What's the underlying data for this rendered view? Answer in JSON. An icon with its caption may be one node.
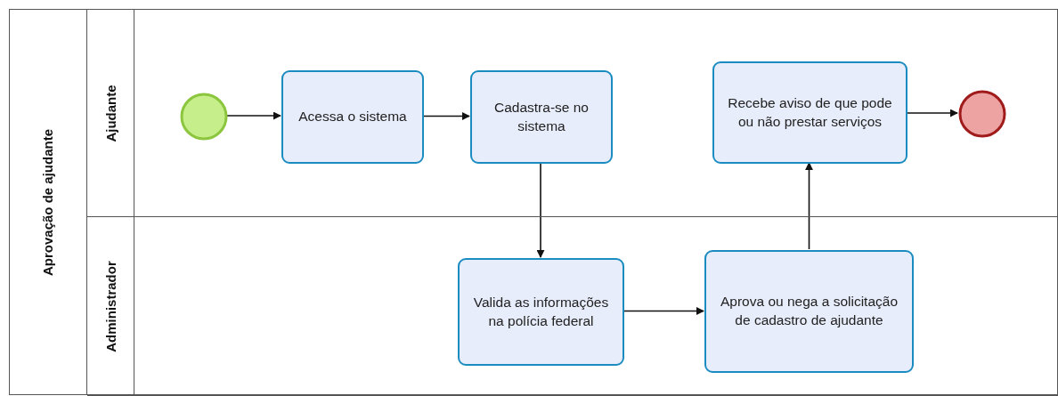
{
  "diagram": {
    "nodes": [
      {
        "text": [
          "Aprovação de ajudante"
        ]
      },
      {
        "text": [
          "Ajudante"
        ],
        "in": 0
      },
      {
        "text": [
          "Administrador"
        ],
        "in": 0
      },
      {
        "text": [],
        "shape": "circle",
        "in": 1
      },
      {
        "text": [
          "Acessa o sistema"
        ],
        "in": 1
      },
      {
        "text": [
          "Cadastra-se no sistema"
        ],
        "in": 1
      },
      {
        "text": [
          "Recebe aviso de que pode ou não prestar serviços"
        ],
        "in": 1
      },
      {
        "text": [],
        "shape": "circle",
        "in": 1
      },
      {
        "text": [
          "Valida as informações na polícia federal"
        ],
        "in": 2
      },
      {
        "text": [
          "Aprova ou nega a solicitação de cadastro de ajudante"
        ],
        "in": 2
      }
    ],
    "edges": [
      {
        "from": 3,
        "to": 4,
        "arrow": "to"
      },
      {
        "from": 4,
        "to": 5,
        "arrow": "to"
      },
      {
        "from": 5,
        "to": 8,
        "arrow": "to"
      },
      {
        "from": 8,
        "to": 9,
        "arrow": "to"
      },
      {
        "from": 9,
        "to": 6,
        "arrow": "to"
      },
      {
        "from": 6,
        "to": 7,
        "arrow": "to"
      }
    ]
  }
}
